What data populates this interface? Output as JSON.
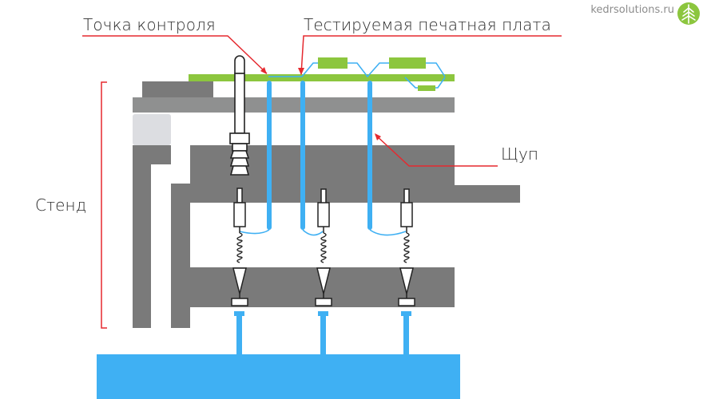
{
  "brand": {
    "site": "kedrsolutions.ru",
    "logo_icon": "cedar-tree-icon",
    "logo_color": "#8cc63e"
  },
  "labels": {
    "test_point": "Точка контроля",
    "pcb_under_test": "Тестируемая печатная плата",
    "probe": "Щуп",
    "fixture": "Стенд"
  },
  "colors": {
    "frame_dark": "#7a7a7a",
    "frame_mid": "#8f9090",
    "frame_light": "#dcdde1",
    "probe_blue": "#3fb0f3",
    "pcb_green": "#8cc63e",
    "leader_red": "#e5292f",
    "text": "#2b2b2b",
    "base_blue": "#3fb0f3"
  },
  "probe_columns": 3
}
